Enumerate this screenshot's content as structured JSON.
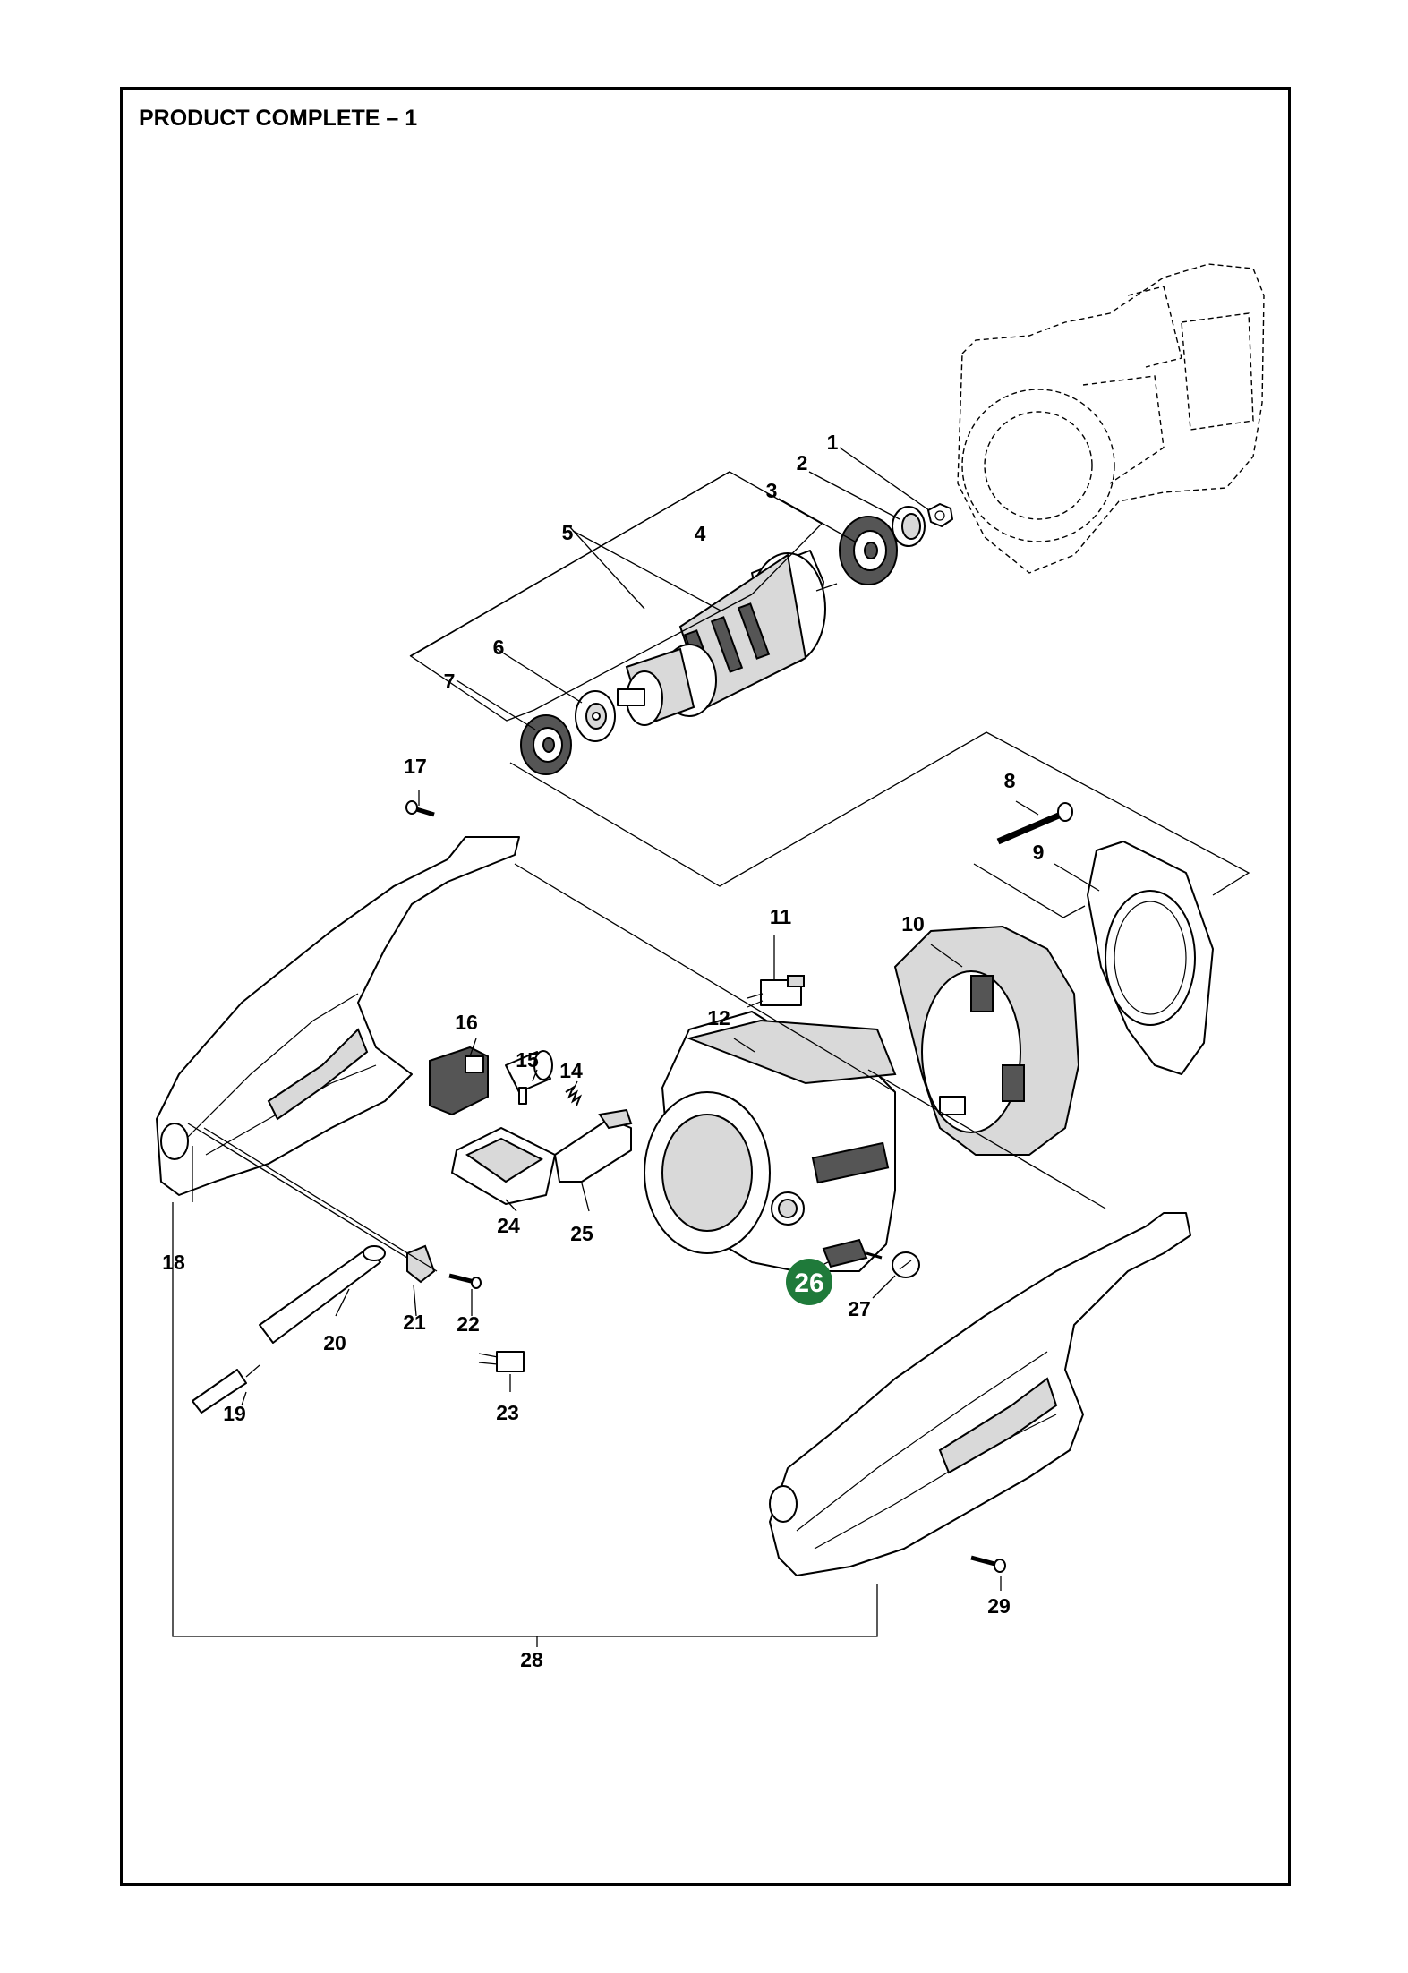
{
  "title": "PRODUCT COMPLETE – 1",
  "highlight_color": "#1f7a3a",
  "callouts": [
    {
      "id": "1",
      "label": "1"
    },
    {
      "id": "2",
      "label": "2"
    },
    {
      "id": "3",
      "label": "3"
    },
    {
      "id": "4",
      "label": "4"
    },
    {
      "id": "5",
      "label": "5"
    },
    {
      "id": "6",
      "label": "6"
    },
    {
      "id": "7",
      "label": "7"
    },
    {
      "id": "8",
      "label": "8"
    },
    {
      "id": "9",
      "label": "9"
    },
    {
      "id": "10",
      "label": "10"
    },
    {
      "id": "11",
      "label": "11"
    },
    {
      "id": "12",
      "label": "12"
    },
    {
      "id": "14",
      "label": "14"
    },
    {
      "id": "15",
      "label": "15"
    },
    {
      "id": "16",
      "label": "16"
    },
    {
      "id": "17",
      "label": "17"
    },
    {
      "id": "18",
      "label": "18"
    },
    {
      "id": "19",
      "label": "19"
    },
    {
      "id": "20",
      "label": "20"
    },
    {
      "id": "21",
      "label": "21"
    },
    {
      "id": "22",
      "label": "22"
    },
    {
      "id": "23",
      "label": "23"
    },
    {
      "id": "24",
      "label": "24"
    },
    {
      "id": "25",
      "label": "25"
    },
    {
      "id": "26",
      "label": "26",
      "highlighted": true
    },
    {
      "id": "27",
      "label": "27"
    },
    {
      "id": "28",
      "label": "28"
    },
    {
      "id": "29",
      "label": "29"
    }
  ]
}
